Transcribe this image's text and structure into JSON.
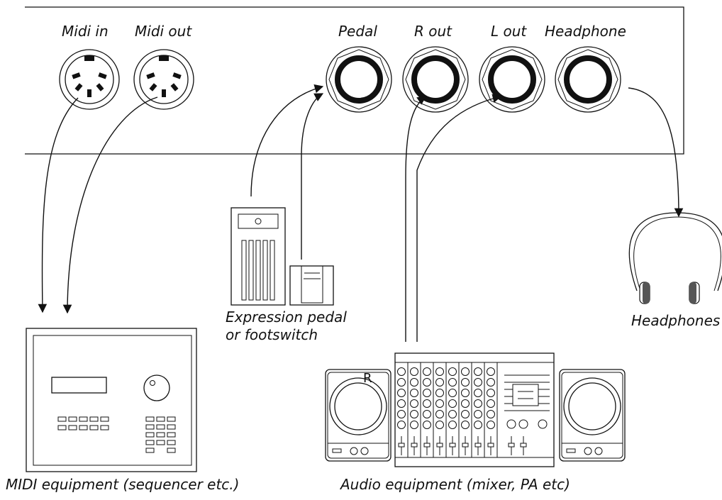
{
  "panel": {
    "connectors": {
      "midi_in": "Midi in",
      "midi_out": "Midi out",
      "pedal": "Pedal",
      "r_out": "R out",
      "l_out": "L out",
      "headphone": "Headphone"
    }
  },
  "devices": {
    "midi_equipment": "MIDI equipment (sequencer etc.)",
    "expression_pedal_line1": "Expression pedal",
    "expression_pedal_line2": "or footswitch",
    "audio_equipment": "Audio equipment (mixer, PA etc)",
    "headphones": "Headphones",
    "speaker_left_mark": "R"
  }
}
